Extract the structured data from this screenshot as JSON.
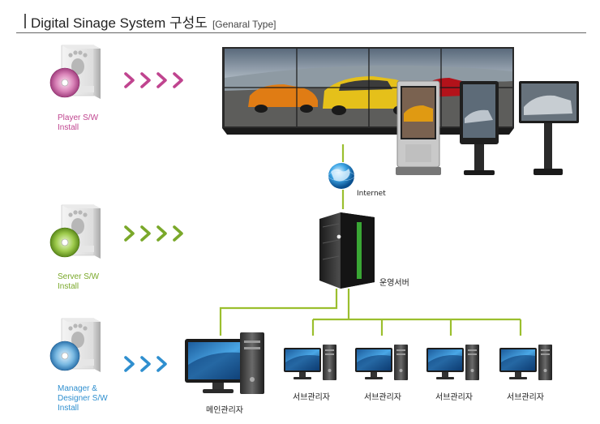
{
  "title": {
    "main": "Digital Sinage System 구성도",
    "sub": "[Genaral Type]"
  },
  "rows": [
    {
      "label": "Player S/W\nInstall",
      "color": "#c0448f",
      "arrows": 4
    },
    {
      "label": "Server S/W\nInstall",
      "color": "#7aa82a",
      "arrows": 4
    },
    {
      "label": "Manager &\nDesigner S/W\nInstall",
      "color": "#2f8fcf",
      "arrows": 3
    }
  ],
  "network": {
    "internet_label": "Internet",
    "server_label": "운영서버",
    "main_pc_label": "메인관리자",
    "sub_pc_labels": [
      "서브관리자",
      "서브관리자",
      "서브관리자",
      "서브관리자"
    ],
    "line_color": "#9bbf2e"
  },
  "icons": [
    "software-box-icon",
    "globe-icon",
    "server-icon",
    "desktop-computer-icon",
    "video-wall-display",
    "kiosk-display-icon",
    "stand-monitor-icon"
  ]
}
